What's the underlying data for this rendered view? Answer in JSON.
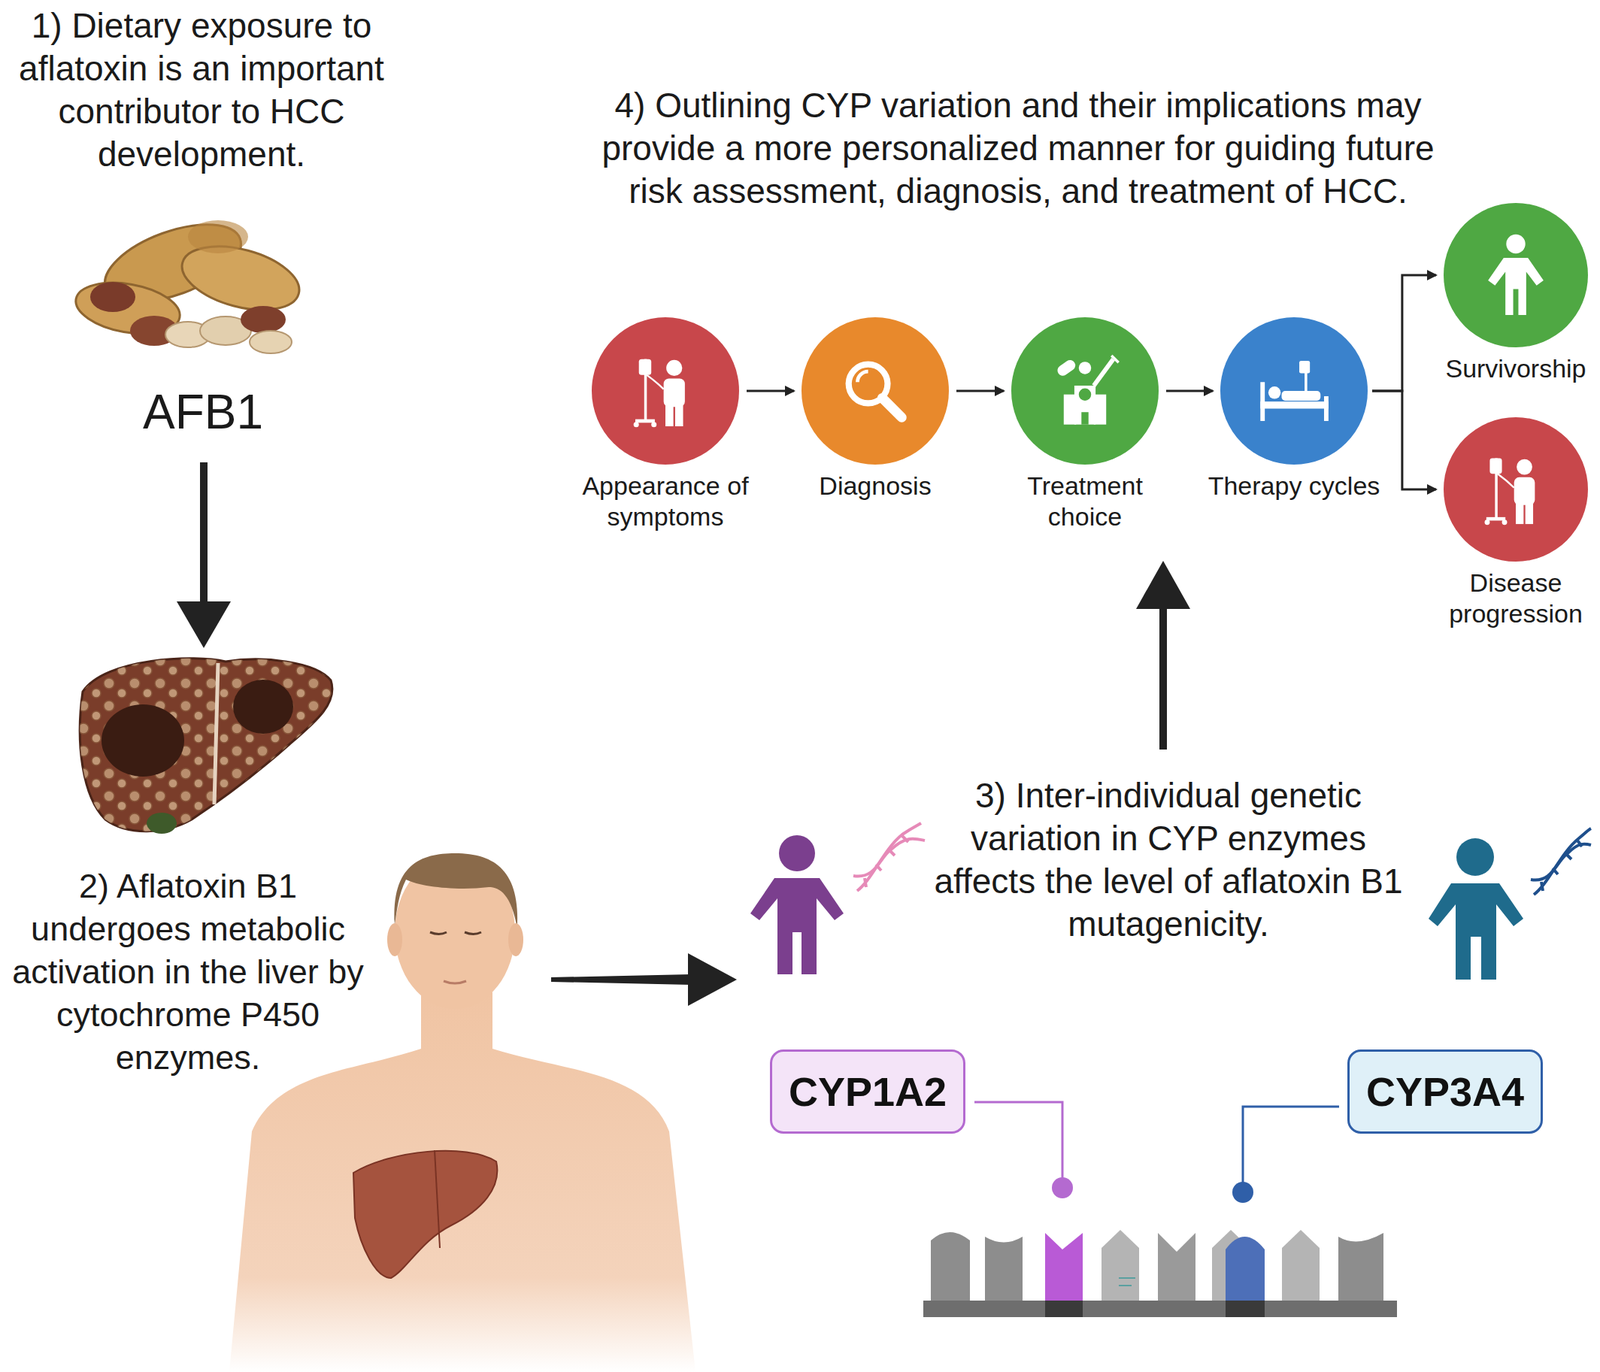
{
  "diagram": {
    "nodes": [
      {
        "text": [
          "Appearance of symptoms"
        ]
      },
      {
        "text": [
          "Diagnosis"
        ]
      },
      {
        "text": [
          "Treatment choice"
        ]
      },
      {
        "text": [
          "Therapy cycles"
        ]
      },
      {
        "text": [
          "Survivorship"
        ]
      },
      {
        "text": [
          "Disease progression"
        ]
      },
      {
        "text": [
          "CYP1A2"
        ]
      },
      {
        "text": [
          "CYP3A4"
        ]
      }
    ],
    "edges": [
      {
        "from": 0,
        "to": 1,
        "arrow": "to"
      },
      {
        "from": 1,
        "to": 2,
        "arrow": "to"
      },
      {
        "from": 2,
        "to": 3,
        "arrow": "to"
      },
      {
        "from": 3,
        "to": 4,
        "arrow": "to"
      },
      {
        "from": 3,
        "to": 5,
        "arrow": "to"
      }
    ],
    "labels": [
      "1) Dietary exposure to aflatoxin is an important contributor to HCC development.",
      "AFB1",
      "2) Aflatoxin B1 undergoes metabolic activation in the liver by cytochrome P450 enzymes.",
      "3) Inter-individual genetic variation in CYP enzymes affects the level of aflatoxin B1 mutagenicity.",
      "4) Outlining CYP variation and their implications may provide a more personalized manner for guiding future risk assessment, diagnosis, and treatment of HCC."
    ]
  }
}
